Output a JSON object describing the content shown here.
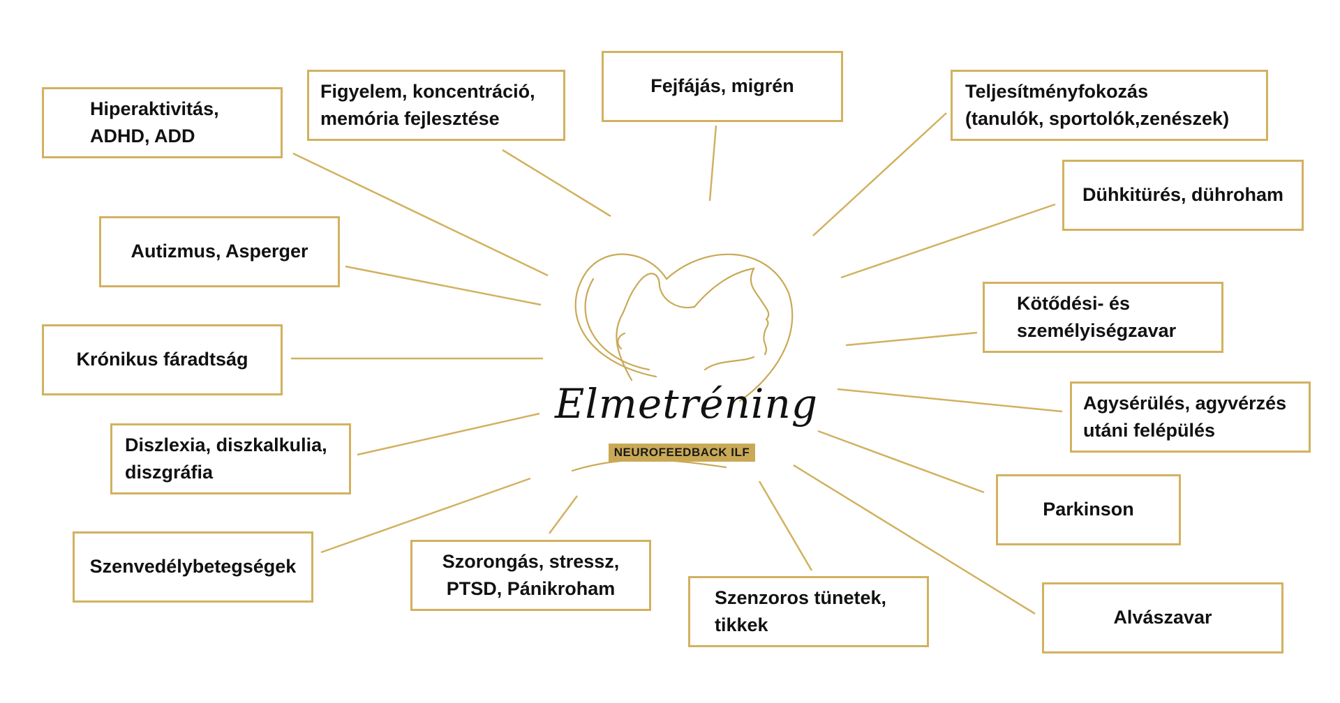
{
  "logo": {
    "brand": "Elmetréning",
    "tagline": "NEUROFEEDBACK ILF"
  },
  "accent_color": "#d2b15f",
  "topics": [
    {
      "id": "hiperaktivitas",
      "lines": [
        "Hiperaktivitás,",
        "ADHD, ADD"
      ]
    },
    {
      "id": "figyelem",
      "lines": [
        "Figyelem, koncentráció,",
        "memória fejlesztése"
      ]
    },
    {
      "id": "fejfajas",
      "lines": [
        "Fejfájás, migrén"
      ]
    },
    {
      "id": "teljesitmeny",
      "lines": [
        "Teljesítményfokozás",
        "(tanulók, sportolók,zenészek)"
      ]
    },
    {
      "id": "dühkitores",
      "lines": [
        "Dühkitürés, dühroham"
      ]
    },
    {
      "id": "autizmus",
      "lines": [
        "Autizmus, Asperger"
      ]
    },
    {
      "id": "kotodesi",
      "lines": [
        "Kötődési- és",
        "személyiségzavar"
      ]
    },
    {
      "id": "kronikus",
      "lines": [
        "Krónikus fáradtság"
      ]
    },
    {
      "id": "agyserules",
      "lines": [
        "Agysérülés, agyvérzés",
        "utáni felépülés"
      ]
    },
    {
      "id": "diszlexia",
      "lines": [
        "Diszlexia, diszkalkulia,",
        "diszgráfia"
      ]
    },
    {
      "id": "parkinson",
      "lines": [
        "Parkinson"
      ]
    },
    {
      "id": "szenvedely",
      "lines": [
        "Szenvedélybetegségek"
      ]
    },
    {
      "id": "szorongas",
      "lines": [
        "Szorongás, stressz,",
        "PTSD, Pánikroham"
      ]
    },
    {
      "id": "szenzoros",
      "lines": [
        "Szenzoros tünetek,",
        "tikkek"
      ]
    },
    {
      "id": "alvaszavar",
      "lines": [
        "Alvászavar"
      ]
    }
  ]
}
